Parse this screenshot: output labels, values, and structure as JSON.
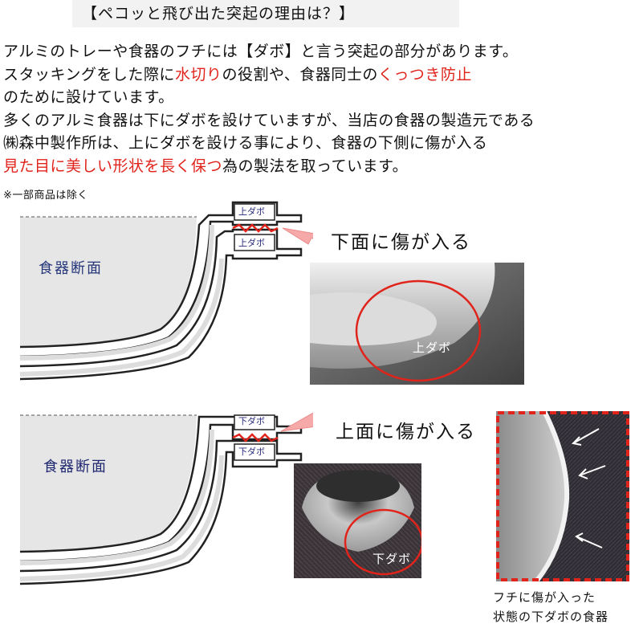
{
  "title": "【ペコッと飛び出た突起の理由は？】",
  "paragraph": [
    [
      {
        "t": "アルミのトレーや食器のフチには【ダボ】と言う突起の部分があります。",
        "red": false
      }
    ],
    [
      {
        "t": "スタッキングをした際に",
        "red": false
      },
      {
        "t": "水切り",
        "red": true
      },
      {
        "t": "の役割や、食器同士の",
        "red": false
      },
      {
        "t": "くっつき防止",
        "red": true
      }
    ],
    [
      {
        "t": "のために設けています。",
        "red": false
      }
    ],
    [
      {
        "t": "多くのアルミ食器は下にダボを設けていますが、当店の食器の製造元である",
        "red": false
      }
    ],
    [
      {
        "t": "㈱森中製作所は、上にダボを設ける事により、食器の下側に傷が入る",
        "red": false
      }
    ],
    [
      {
        "t": "見た目に美しい形状を長く保つ",
        "red": true
      },
      {
        "t": "為の製法を取っています。",
        "red": false
      }
    ]
  ],
  "note": "※一部商品は除く",
  "diagram_top": {
    "section_label": "食器断面",
    "dabo_upper": "上ダボ",
    "dabo_lower": "上ダボ",
    "damage_text": "下面に傷が入る",
    "photo_label": "上ダボ"
  },
  "diagram_bottom": {
    "section_label": "食器断面",
    "dabo_upper": "下ダボ",
    "dabo_lower": "下ダボ",
    "damage_text": "上面に傷が入る",
    "photo_label": "下ダボ"
  },
  "caption": [
    "フチに傷が入った",
    "状態の下ダボの食器"
  ],
  "colors": {
    "red": "#e0241c",
    "navy_label": "#25367a",
    "arrow_pink": "#f5a9a9",
    "bowl_gray": "#e6e6e6"
  }
}
